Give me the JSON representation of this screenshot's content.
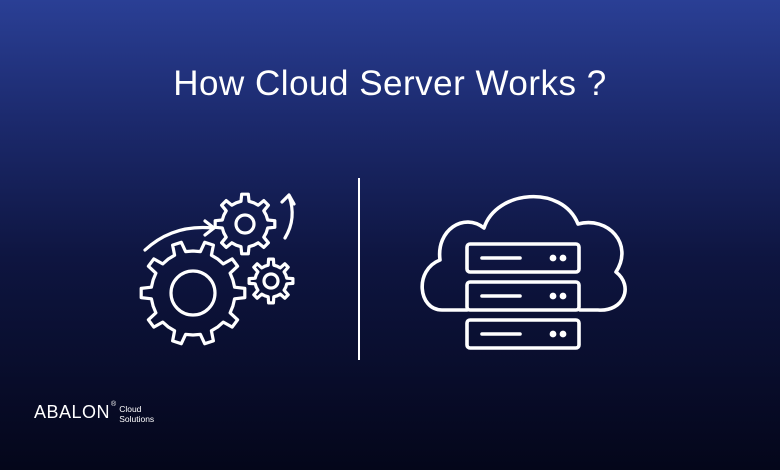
{
  "banner": {
    "title": "How Cloud Server Works ?"
  },
  "icons": {
    "left": "gears-icon",
    "right": "cloud-server-icon"
  },
  "logo": {
    "brand": "ABALON",
    "registered": "®",
    "line1": "Cloud",
    "line2": "Solutions"
  },
  "colors": {
    "gradient_top": "#2a3f95",
    "gradient_bottom": "#04061a",
    "foreground": "#ffffff"
  }
}
